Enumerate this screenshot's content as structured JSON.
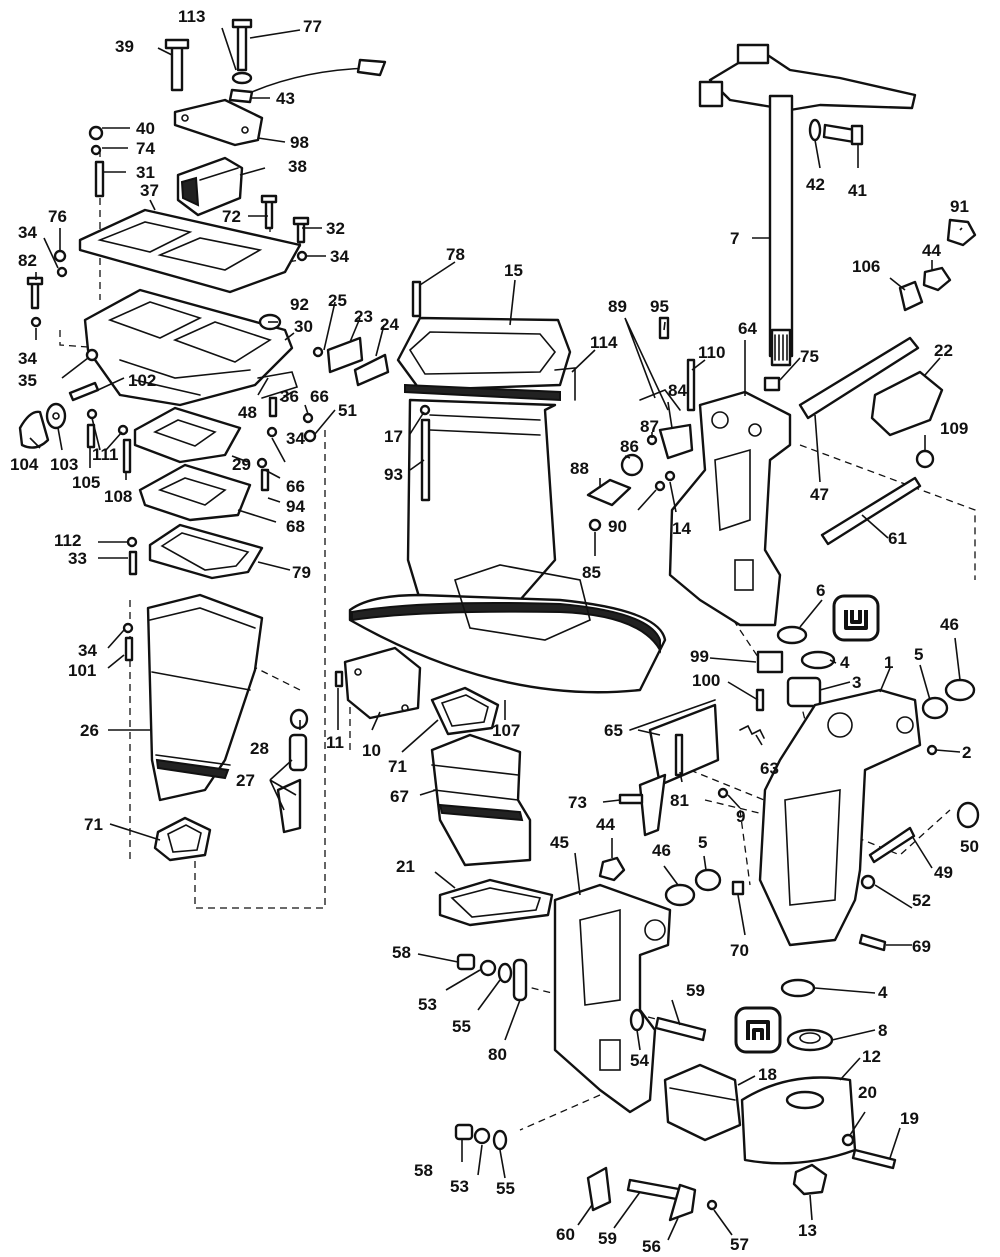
{
  "diagram": {
    "callouts": [
      {
        "id": "c113",
        "text": "113"
      },
      {
        "id": "c77",
        "text": "77"
      },
      {
        "id": "c39",
        "text": "39"
      },
      {
        "id": "c43",
        "text": "43"
      },
      {
        "id": "c40",
        "text": "40"
      },
      {
        "id": "c98",
        "text": "98"
      },
      {
        "id": "c74",
        "text": "74"
      },
      {
        "id": "c38",
        "text": "38"
      },
      {
        "id": "c31",
        "text": "31"
      },
      {
        "id": "c37",
        "text": "37"
      },
      {
        "id": "c72",
        "text": "72"
      },
      {
        "id": "c32",
        "text": "32"
      },
      {
        "id": "c76",
        "text": "76"
      },
      {
        "id": "c34a",
        "text": "34"
      },
      {
        "id": "c34b",
        "text": "34"
      },
      {
        "id": "c82",
        "text": "82"
      },
      {
        "id": "c92",
        "text": "92"
      },
      {
        "id": "c30",
        "text": "30"
      },
      {
        "id": "c34c",
        "text": "34"
      },
      {
        "id": "c35",
        "text": "35"
      },
      {
        "id": "c102",
        "text": "102"
      },
      {
        "id": "c25",
        "text": "25"
      },
      {
        "id": "c23",
        "text": "23"
      },
      {
        "id": "c24",
        "text": "24"
      },
      {
        "id": "c36",
        "text": "36"
      },
      {
        "id": "c66a",
        "text": "66"
      },
      {
        "id": "c51",
        "text": "51"
      },
      {
        "id": "c48",
        "text": "48"
      },
      {
        "id": "c34d",
        "text": "34"
      },
      {
        "id": "c29",
        "text": "29"
      },
      {
        "id": "c66b",
        "text": "66"
      },
      {
        "id": "c104",
        "text": "104"
      },
      {
        "id": "c103",
        "text": "103"
      },
      {
        "id": "c111",
        "text": "111"
      },
      {
        "id": "c105",
        "text": "105"
      },
      {
        "id": "c108",
        "text": "108"
      },
      {
        "id": "c94",
        "text": "94"
      },
      {
        "id": "c68",
        "text": "68"
      },
      {
        "id": "c112",
        "text": "112"
      },
      {
        "id": "c33",
        "text": "33"
      },
      {
        "id": "c79",
        "text": "79"
      },
      {
        "id": "c34e",
        "text": "34"
      },
      {
        "id": "c101",
        "text": "101"
      },
      {
        "id": "c26",
        "text": "26"
      },
      {
        "id": "c28",
        "text": "28"
      },
      {
        "id": "c27",
        "text": "27"
      },
      {
        "id": "c71a",
        "text": "71"
      },
      {
        "id": "c78",
        "text": "78"
      },
      {
        "id": "c15",
        "text": "15"
      },
      {
        "id": "c17",
        "text": "17"
      },
      {
        "id": "c93",
        "text": "93"
      },
      {
        "id": "c11",
        "text": "11"
      },
      {
        "id": "c10",
        "text": "10"
      },
      {
        "id": "c71b",
        "text": "71"
      },
      {
        "id": "c107",
        "text": "107"
      },
      {
        "id": "c67",
        "text": "67"
      },
      {
        "id": "c21",
        "text": "21"
      },
      {
        "id": "c89",
        "text": "89"
      },
      {
        "id": "c95",
        "text": "95"
      },
      {
        "id": "c114",
        "text": "114"
      },
      {
        "id": "c110",
        "text": "110"
      },
      {
        "id": "c87",
        "text": "87"
      },
      {
        "id": "c84",
        "text": "84"
      },
      {
        "id": "c86",
        "text": "86"
      },
      {
        "id": "c88",
        "text": "88"
      },
      {
        "id": "c90",
        "text": "90"
      },
      {
        "id": "c14",
        "text": "14"
      },
      {
        "id": "c85",
        "text": "85"
      },
      {
        "id": "c64",
        "text": "64"
      },
      {
        "id": "c77b",
        "text": "7"
      },
      {
        "id": "c42",
        "text": "42"
      },
      {
        "id": "c41",
        "text": "41"
      },
      {
        "id": "c91",
        "text": "91"
      },
      {
        "id": "c44a",
        "text": "44"
      },
      {
        "id": "c106",
        "text": "106"
      },
      {
        "id": "c75",
        "text": "75"
      },
      {
        "id": "c22",
        "text": "22"
      },
      {
        "id": "c47",
        "text": "47"
      },
      {
        "id": "c109",
        "text": "109"
      },
      {
        "id": "c61",
        "text": "61"
      },
      {
        "id": "c6",
        "text": "6"
      },
      {
        "id": "c99",
        "text": "99"
      },
      {
        "id": "c4a",
        "text": "4"
      },
      {
        "id": "c100",
        "text": "100"
      },
      {
        "id": "c3",
        "text": "3"
      },
      {
        "id": "c1",
        "text": "1"
      },
      {
        "id": "c5a",
        "text": "5"
      },
      {
        "id": "c46a",
        "text": "46"
      },
      {
        "id": "c2",
        "text": "2"
      },
      {
        "id": "c65",
        "text": "65"
      },
      {
        "id": "c73",
        "text": "73"
      },
      {
        "id": "c81",
        "text": "81"
      },
      {
        "id": "c63",
        "text": "63"
      },
      {
        "id": "c9",
        "text": "9"
      },
      {
        "id": "c50",
        "text": "50"
      },
      {
        "id": "c49",
        "text": "49"
      },
      {
        "id": "c44b",
        "text": "44"
      },
      {
        "id": "c46b",
        "text": "46"
      },
      {
        "id": "c5b",
        "text": "5"
      },
      {
        "id": "c45",
        "text": "45"
      },
      {
        "id": "c52",
        "text": "52"
      },
      {
        "id": "c70",
        "text": "70"
      },
      {
        "id": "c69",
        "text": "69"
      },
      {
        "id": "c58a",
        "text": "58"
      },
      {
        "id": "c53a",
        "text": "53"
      },
      {
        "id": "c55a",
        "text": "55"
      },
      {
        "id": "c80",
        "text": "80"
      },
      {
        "id": "c59a",
        "text": "59"
      },
      {
        "id": "c4b",
        "text": "4"
      },
      {
        "id": "c54",
        "text": "54"
      },
      {
        "id": "c8",
        "text": "8"
      },
      {
        "id": "c18",
        "text": "18"
      },
      {
        "id": "c12",
        "text": "12"
      },
      {
        "id": "c20",
        "text": "20"
      },
      {
        "id": "c19",
        "text": "19"
      },
      {
        "id": "c58b",
        "text": "58"
      },
      {
        "id": "c53b",
        "text": "53"
      },
      {
        "id": "c55b",
        "text": "55"
      },
      {
        "id": "c60",
        "text": "60"
      },
      {
        "id": "c59b",
        "text": "59"
      },
      {
        "id": "c56",
        "text": "56"
      },
      {
        "id": "c57",
        "text": "57"
      },
      {
        "id": "c13",
        "text": "13"
      }
    ],
    "icons": [
      "grease-seal-icon",
      "grease-seal-icon"
    ]
  }
}
